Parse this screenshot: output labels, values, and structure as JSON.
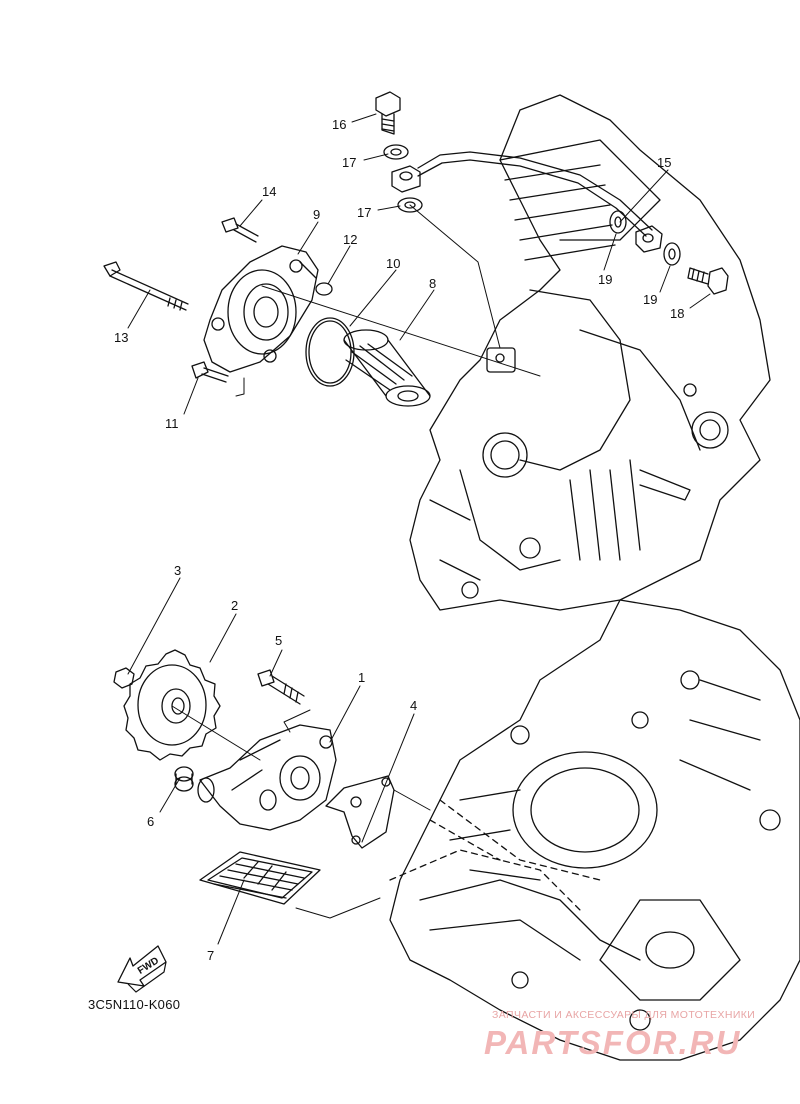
{
  "diagram": {
    "callouts": [
      {
        "id": "c1",
        "label": "1"
      },
      {
        "id": "c2",
        "label": "2"
      },
      {
        "id": "c3",
        "label": "3"
      },
      {
        "id": "c4",
        "label": "4"
      },
      {
        "id": "c5",
        "label": "5"
      },
      {
        "id": "c6",
        "label": "6"
      },
      {
        "id": "c7",
        "label": "7"
      },
      {
        "id": "c8",
        "label": "8"
      },
      {
        "id": "c9",
        "label": "9"
      },
      {
        "id": "c10",
        "label": "10"
      },
      {
        "id": "c11",
        "label": "11"
      },
      {
        "id": "c12",
        "label": "12"
      },
      {
        "id": "c13",
        "label": "13"
      },
      {
        "id": "c14",
        "label": "14"
      },
      {
        "id": "c15",
        "label": "15"
      },
      {
        "id": "c16",
        "label": "16"
      },
      {
        "id": "c17a",
        "label": "17"
      },
      {
        "id": "c17b",
        "label": "17"
      },
      {
        "id": "c18",
        "label": "18"
      },
      {
        "id": "c19a",
        "label": "19"
      },
      {
        "id": "c19b",
        "label": "19"
      }
    ],
    "fwd_label": "FWD",
    "diagram_code": "3C5N110-K060"
  },
  "watermark": {
    "subtitle": "ЗАПЧАСТИ И АКСЕССУАРЫ ДЛЯ МОТОТЕХНИКИ",
    "logo": "PARTSFOR.RU",
    "color": "#f2b6b6"
  }
}
